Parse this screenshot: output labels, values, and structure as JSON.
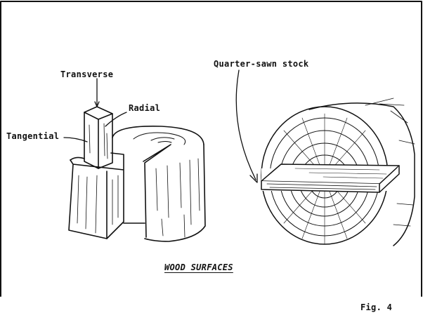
{
  "labels": {
    "transverse": "Transverse",
    "radial": "Radial",
    "tangential": "Tangential",
    "quarter_sawn": "Quarter-sawn stock",
    "title": "WOOD SURFACES",
    "figure_number": "Fig. 4"
  },
  "colors": {
    "ink": "#111111",
    "paper": "#ffffff"
  }
}
